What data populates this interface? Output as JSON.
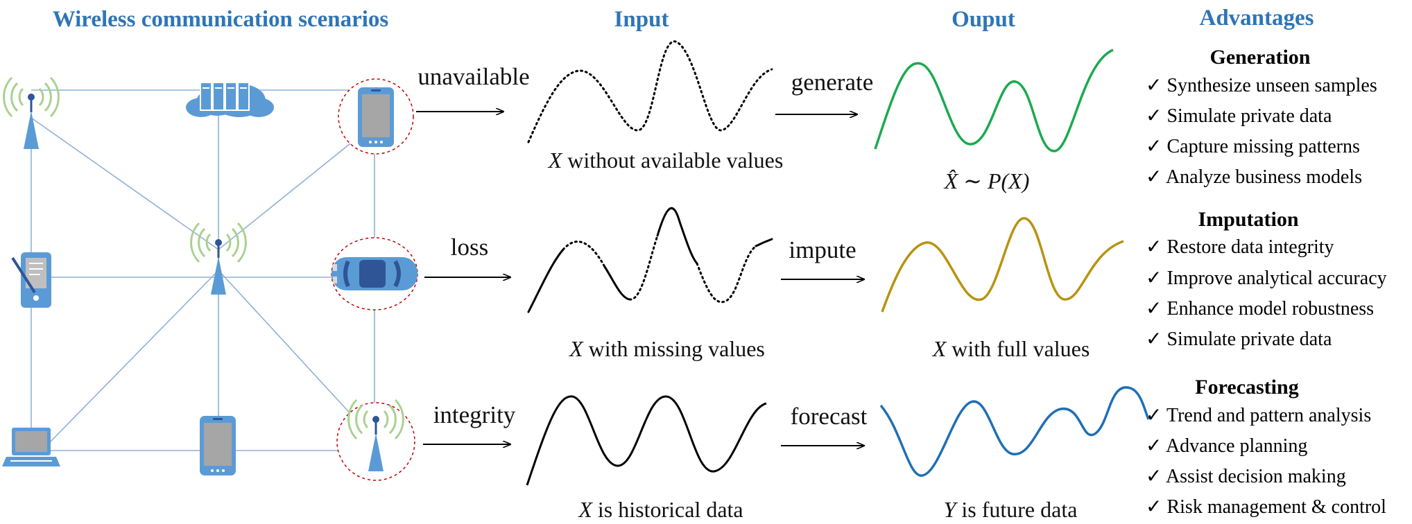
{
  "headers": {
    "scenarios": "Wireless communication scenarios",
    "input": "Input",
    "output": "Ouput",
    "advantages": "Advantages"
  },
  "rows": [
    {
      "condition": "unavailable",
      "action": "generate",
      "input_var": "X",
      "input_caption": " without available values",
      "output_formula": "X̂ ∼ P(X)",
      "output_color": "#1aaa4e"
    },
    {
      "condition": "loss",
      "action": "impute",
      "input_var": "X",
      "input_caption": " with missing values",
      "output_var": "X",
      "output_caption": " with full values",
      "output_color": "#b8930f"
    },
    {
      "condition": "integrity",
      "action": "forecast",
      "input_var": "X",
      "input_caption": " is historical data",
      "output_var": "Y",
      "output_caption": " is future data",
      "output_color": "#1f6fb5"
    }
  ],
  "advantages": [
    {
      "title": "Generation",
      "items": [
        "Synthesize unseen samples",
        "Simulate private data",
        "Capture missing patterns",
        "Analyze business models"
      ]
    },
    {
      "title": "Imputation",
      "items": [
        "Restore data integrity",
        "Improve analytical accuracy",
        "Enhance model robustness",
        "Simulate private data"
      ]
    },
    {
      "title": "Forecasting",
      "items": [
        "Trend and pattern analysis",
        "Advance planning",
        "Assist decision making",
        "Risk management & control"
      ]
    }
  ],
  "check_glyph": "✓",
  "colors": {
    "header_blue": "#2e75b6",
    "device_blue": "#5b9bd5",
    "antenna_green": "#a9d18e",
    "highlight_red": "#c00000",
    "link_blue": "#8fb0d6"
  },
  "icons": [
    "antenna-tower-icon",
    "cloud-server-icon",
    "smartphone-icon",
    "pda-icon",
    "car-icon",
    "laptop-icon"
  ]
}
